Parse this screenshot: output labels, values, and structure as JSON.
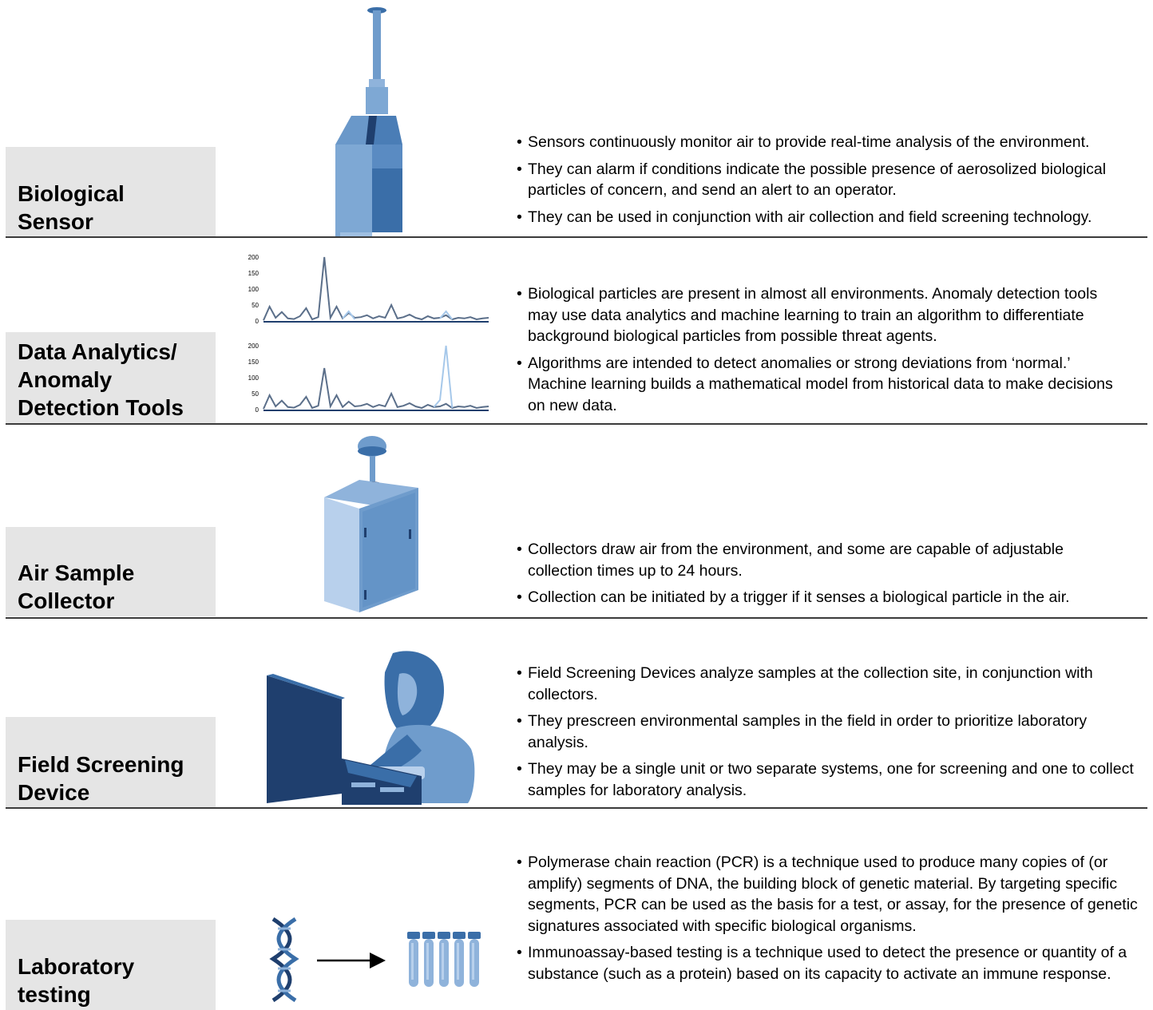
{
  "colors": {
    "dark_blue": "#1f3f6e",
    "mid_blue": "#3a6ea8",
    "light_blue": "#8fb3db",
    "pale_blue": "#b8d0ec",
    "label_bg": "#e5e5e5",
    "line_dark": "#5b6f8a",
    "line_light": "#a6c8ea"
  },
  "rows": [
    {
      "label": "Biological\nSensor",
      "icon": "air-sensor-tower-icon",
      "bullets": [
        "Sensors continuously monitor air to provide real-time analysis of the environment.",
        "They can alarm if conditions indicate the possible presence of aerosolized biological particles of concern, and send an alert to an operator.",
        "They can be used in conjunction with air collection and field screening technology."
      ]
    },
    {
      "label": "Data Analytics/\nAnomaly\nDetection Tools",
      "icon": "line-chart-icon",
      "bullets": [
        "Biological particles are present in almost all environments. Anomaly detection tools may use data analytics and machine learning to train an algorithm to differentiate background biological particles from possible threat agents.",
        "Algorithms are intended to detect anomalies or strong deviations from ‘normal.’ Machine learning builds a mathematical model from historical data to make decisions on new data."
      ]
    },
    {
      "label": "Air Sample\nCollector",
      "icon": "air-collector-cabinet-icon",
      "bullets": [
        "Collectors draw air from the environment, and some are capable of adjustable collection times up to 24 hours.",
        "Collection can be initiated by a trigger if it senses a biological particle in the air."
      ]
    },
    {
      "label": "Field Screening\nDevice",
      "icon": "person-at-device-icon",
      "bullets": [
        "Field Screening Devices analyze samples at the collection site, in conjunction with collectors.",
        "They prescreen environmental samples in the field in order to prioritize laboratory analysis.",
        "They may be a single unit or two separate systems, one for screening and one to collect samples for laboratory analysis."
      ]
    },
    {
      "label": "Laboratory\ntesting",
      "icon": "dna-to-test-tubes-icon",
      "bullets": [
        "Polymerase chain reaction (PCR) is a technique used to produce many copies of (or amplify) segments of DNA, the building block of genetic material. By targeting specific segments, PCR can be used as the basis for a test, or assay, for the presence of genetic signatures associated with specific biological organisms.",
        "Immunoassay-based testing is a technique used to detect the presence or quantity of a substance (such as a protein) based on its capacity to activate an immune response."
      ]
    }
  ],
  "chart_data": [
    {
      "type": "line",
      "title": "",
      "yticks": [
        "0",
        "50",
        "100",
        "150",
        "200"
      ],
      "ylim": [
        0,
        200
      ],
      "series": [
        {
          "values": [
            2,
            45,
            10,
            28,
            8,
            6,
            15,
            40,
            5,
            12,
            200,
            10,
            45,
            8,
            25,
            10,
            12,
            18,
            8,
            15,
            10,
            50,
            8,
            12,
            20,
            10,
            5,
            15,
            8,
            10,
            18,
            5,
            10,
            8,
            12,
            5,
            8,
            10
          ]
        },
        {
          "values": [
            null,
            null,
            null,
            null,
            null,
            null,
            null,
            null,
            null,
            null,
            null,
            null,
            null,
            8,
            30,
            5,
            null,
            null,
            null,
            null,
            null,
            null,
            null,
            null,
            null,
            null,
            null,
            null,
            null,
            8,
            30,
            5,
            null,
            null,
            null,
            null,
            null,
            null
          ]
        }
      ]
    },
    {
      "type": "line",
      "title": "",
      "yticks": [
        "0",
        "50",
        "100",
        "150",
        "200"
      ],
      "ylim": [
        0,
        200
      ],
      "series": [
        {
          "values": [
            2,
            45,
            10,
            28,
            8,
            6,
            15,
            40,
            5,
            12,
            130,
            10,
            45,
            8,
            25,
            10,
            12,
            18,
            8,
            15,
            10,
            50,
            8,
            12,
            20,
            10,
            5,
            15,
            8,
            10,
            18,
            5,
            10,
            8,
            12,
            5,
            8,
            10
          ]
        },
        {
          "values": [
            null,
            null,
            null,
            null,
            null,
            null,
            null,
            null,
            null,
            null,
            null,
            null,
            null,
            null,
            null,
            null,
            null,
            null,
            null,
            null,
            null,
            null,
            null,
            null,
            null,
            null,
            null,
            null,
            8,
            30,
            200,
            5,
            null,
            null,
            null,
            null,
            null,
            null
          ]
        }
      ]
    }
  ]
}
